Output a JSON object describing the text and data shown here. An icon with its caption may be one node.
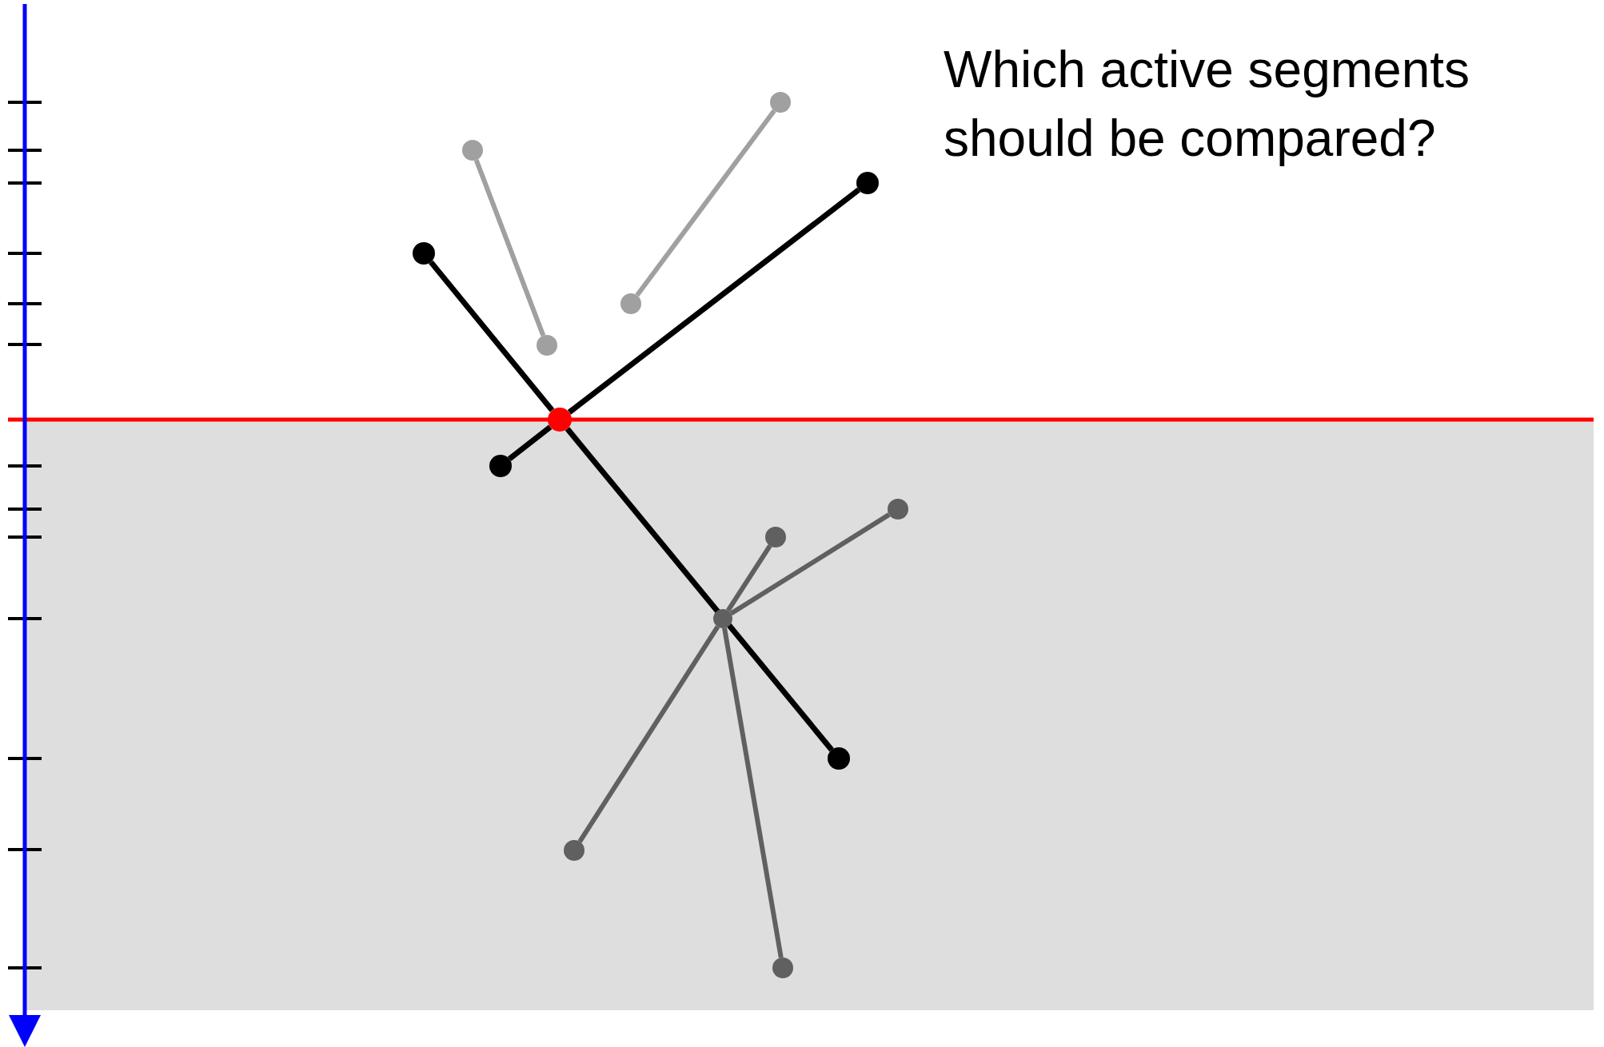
{
  "diagram": {
    "title": "Which active segments should be compared?",
    "nodes": [
      {
        "text": [],
        "shape": "circle"
      },
      {
        "text": [],
        "shape": "circle"
      },
      {
        "text": [],
        "shape": "circle"
      },
      {
        "text": [],
        "shape": "circle"
      },
      {
        "text": [],
        "shape": "circle"
      },
      {
        "text": [],
        "shape": "circle"
      },
      {
        "text": [],
        "shape": "circle"
      },
      {
        "text": [],
        "shape": "circle"
      },
      {
        "text": [],
        "shape": "circle"
      },
      {
        "text": [],
        "shape": "circle"
      },
      {
        "text": [],
        "shape": "circle"
      },
      {
        "text": [],
        "shape": "circle"
      },
      {
        "text": [],
        "shape": "circle"
      },
      {
        "text": [],
        "shape": "circle"
      }
    ],
    "edges": [
      {
        "from": 0,
        "to": 1,
        "arrow": "none",
        "color": "#a0a0a0"
      },
      {
        "from": 2,
        "to": 3,
        "arrow": "none",
        "color": "#a0a0a0"
      },
      {
        "from": 4,
        "to": 8,
        "arrow": "none",
        "color": "#000000"
      },
      {
        "from": 8,
        "to": 5,
        "arrow": "none",
        "color": "#000000"
      },
      {
        "from": 6,
        "to": 8,
        "arrow": "none",
        "color": "#000000"
      },
      {
        "from": 8,
        "to": 7,
        "arrow": "none",
        "color": "#000000"
      },
      {
        "from": 9,
        "to": 10,
        "arrow": "none",
        "color": "#606060"
      },
      {
        "from": 9,
        "to": 11,
        "arrow": "none",
        "color": "#606060"
      },
      {
        "from": 9,
        "to": 12,
        "arrow": "none",
        "color": "#606060"
      },
      {
        "from": 9,
        "to": 13,
        "arrow": "none",
        "color": "#606060"
      }
    ]
  }
}
